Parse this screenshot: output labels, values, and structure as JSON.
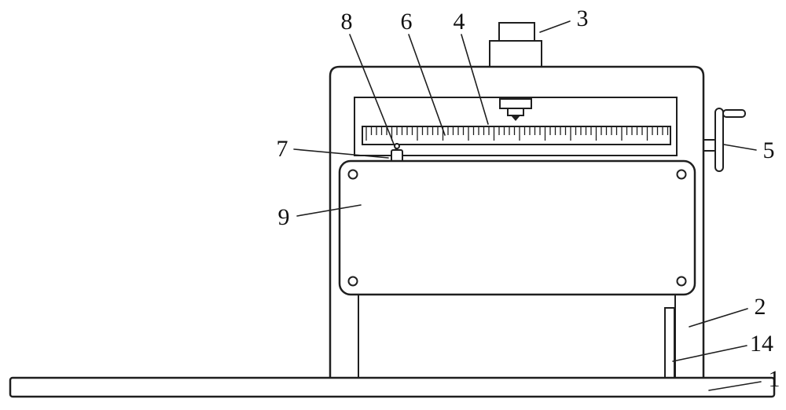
{
  "figure": {
    "background": "#ffffff",
    "line_color": "#1f1f1f",
    "labels": {
      "n1": "1",
      "n2": "2",
      "n3": "3",
      "n4": "4",
      "n5": "5",
      "n6": "6",
      "n7": "7",
      "n8": "8",
      "n9": "9",
      "n14": "14"
    }
  }
}
